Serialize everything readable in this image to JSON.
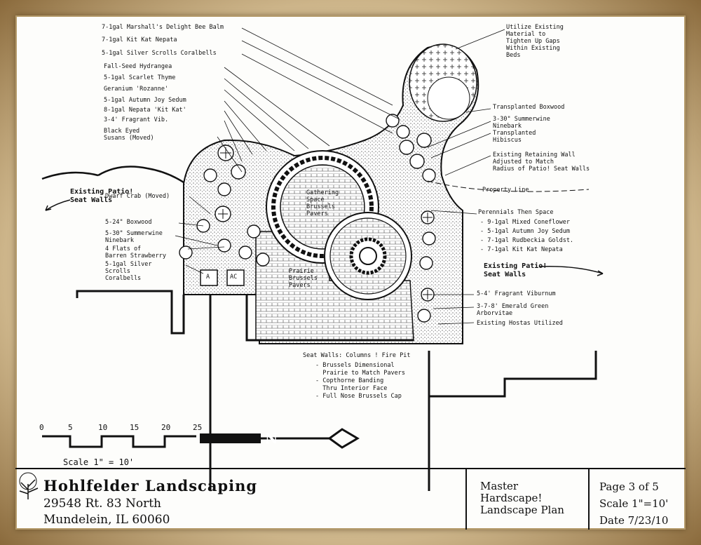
{
  "plant_notes_left": [
    {
      "id": "n1",
      "text": "7-1gal Marshall's Delight Bee Balm"
    },
    {
      "id": "n2",
      "text": "7-1gal Kit Kat Nepata"
    },
    {
      "id": "n3",
      "text": "5-1gal Silver Scrolls Coralbells"
    },
    {
      "id": "n4",
      "text": "Fall-Seed Hydrangea"
    },
    {
      "id": "n5",
      "text": "5-1gal Scarlet Thyme"
    },
    {
      "id": "n6",
      "text": "Geranium 'Rozanne'"
    },
    {
      "id": "n7",
      "text": "5-1gal Autumn Joy Sedum"
    },
    {
      "id": "n8",
      "text": "8-1gal Nepata 'Kit Kat'"
    },
    {
      "id": "n9",
      "text": "3-4' Fragrant Vib."
    },
    {
      "id": "n10",
      "text": "Black Eyed\nSusans (Moved)"
    }
  ],
  "plant_notes_right": [
    {
      "id": "r1",
      "text": "Utilize Existing\nMaterial to\nTighten Up Gaps\nWithin Existing\nBeds"
    },
    {
      "id": "r2",
      "text": "Transplanted Boxwood"
    },
    {
      "id": "r3",
      "text": "3-30\" Summerwine\nNinebark"
    },
    {
      "id": "r4",
      "text": "Transplanted\nHibiscus"
    },
    {
      "id": "r5",
      "text": "Existing Retaining Wall\nAdjusted to Match\nRadius of Patio! Seat Walls"
    },
    {
      "id": "r6",
      "text": "Property Line"
    },
    {
      "id": "r7",
      "text": "Perennials Then Space"
    },
    {
      "id": "r8",
      "text": "- 9-1gal Mixed Coneflower"
    },
    {
      "id": "r9",
      "text": "- 5-1gal Autumn Joy Sedum"
    },
    {
      "id": "r10",
      "text": "- 7-1gal Rudbeckia Goldst."
    },
    {
      "id": "r11",
      "text": "- 7-1gal Kit Kat Nepata"
    },
    {
      "id": "r12",
      "text": "5-4' Fragrant Viburnum"
    },
    {
      "id": "r13",
      "text": "3-7-8' Emerald Green\nArborvitae"
    },
    {
      "id": "r14",
      "text": "Existing Hostas Utilized"
    }
  ],
  "plant_notes_lower_left": [
    {
      "id": "l1",
      "text": "Dwarf Crab (Moved)"
    },
    {
      "id": "l2",
      "text": "5-24\" Boxwood"
    },
    {
      "id": "l3",
      "text": "5-30\" Summerwine\nNinebark"
    },
    {
      "id": "l4",
      "text": "4 Flats of\nBarren Strawberry"
    },
    {
      "id": "l5",
      "text": "5-1gal Silver\nScrolls\nCoralbells"
    }
  ],
  "area_labels": {
    "existing_patio_left": "Existing Patio!\nSeat Walls",
    "existing_patio_right": "Existing Patio!\nSeat Walls",
    "gathering_label": "Gathering\nSpace\nBrussels\nPavers",
    "prairie_label": "Prairie\nBrussels\nPavers",
    "ac_a": "A",
    "ac_b": "AC"
  },
  "seat_wall_spec": {
    "title": "Seat Walls: Columns ! Fire Pit",
    "items": [
      "- Brussels Dimensional",
      "  Prairie to Match Pavers",
      "- Copthorne Banding",
      "  Thru Interior Face",
      "- Full Nose Brussels Cap"
    ]
  },
  "scale": {
    "ticks": [
      "0",
      "5",
      "10",
      "15",
      "20",
      "25"
    ],
    "label": "Scale 1\" = 10'",
    "north": "N"
  },
  "title_block": {
    "company": "Hohlfelder Landscaping",
    "address1": "29548 Rt. 83 North",
    "address2": "Mundelein, IL 60060",
    "plan_title": "Master\nHardscape!\nLandscape Plan",
    "page": "Page 3 of 5",
    "scale": "Scale 1\"=10'",
    "date": "Date 7/23/10"
  },
  "colors": {
    "ink": "#111111",
    "paper": "#fdfdfb",
    "frame": "#cdb58a"
  }
}
